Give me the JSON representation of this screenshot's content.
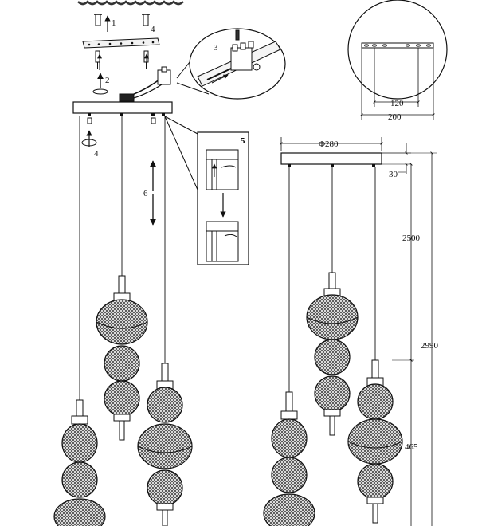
{
  "steps": {
    "s1": "1",
    "s2": "2",
    "s3": "3",
    "s4a": "4",
    "s4b": "4",
    "s5": "5",
    "s6": "6"
  },
  "dimensions": {
    "plate_width": "200",
    "hole_spacing": "120",
    "canopy_diameter": "Φ280",
    "canopy_height": "30",
    "cable_length": "2500",
    "total_height": "2990",
    "shade_height": "465"
  },
  "colors": {
    "line": "#111111",
    "mesh": "#555555",
    "shade_dark": "#333333"
  }
}
